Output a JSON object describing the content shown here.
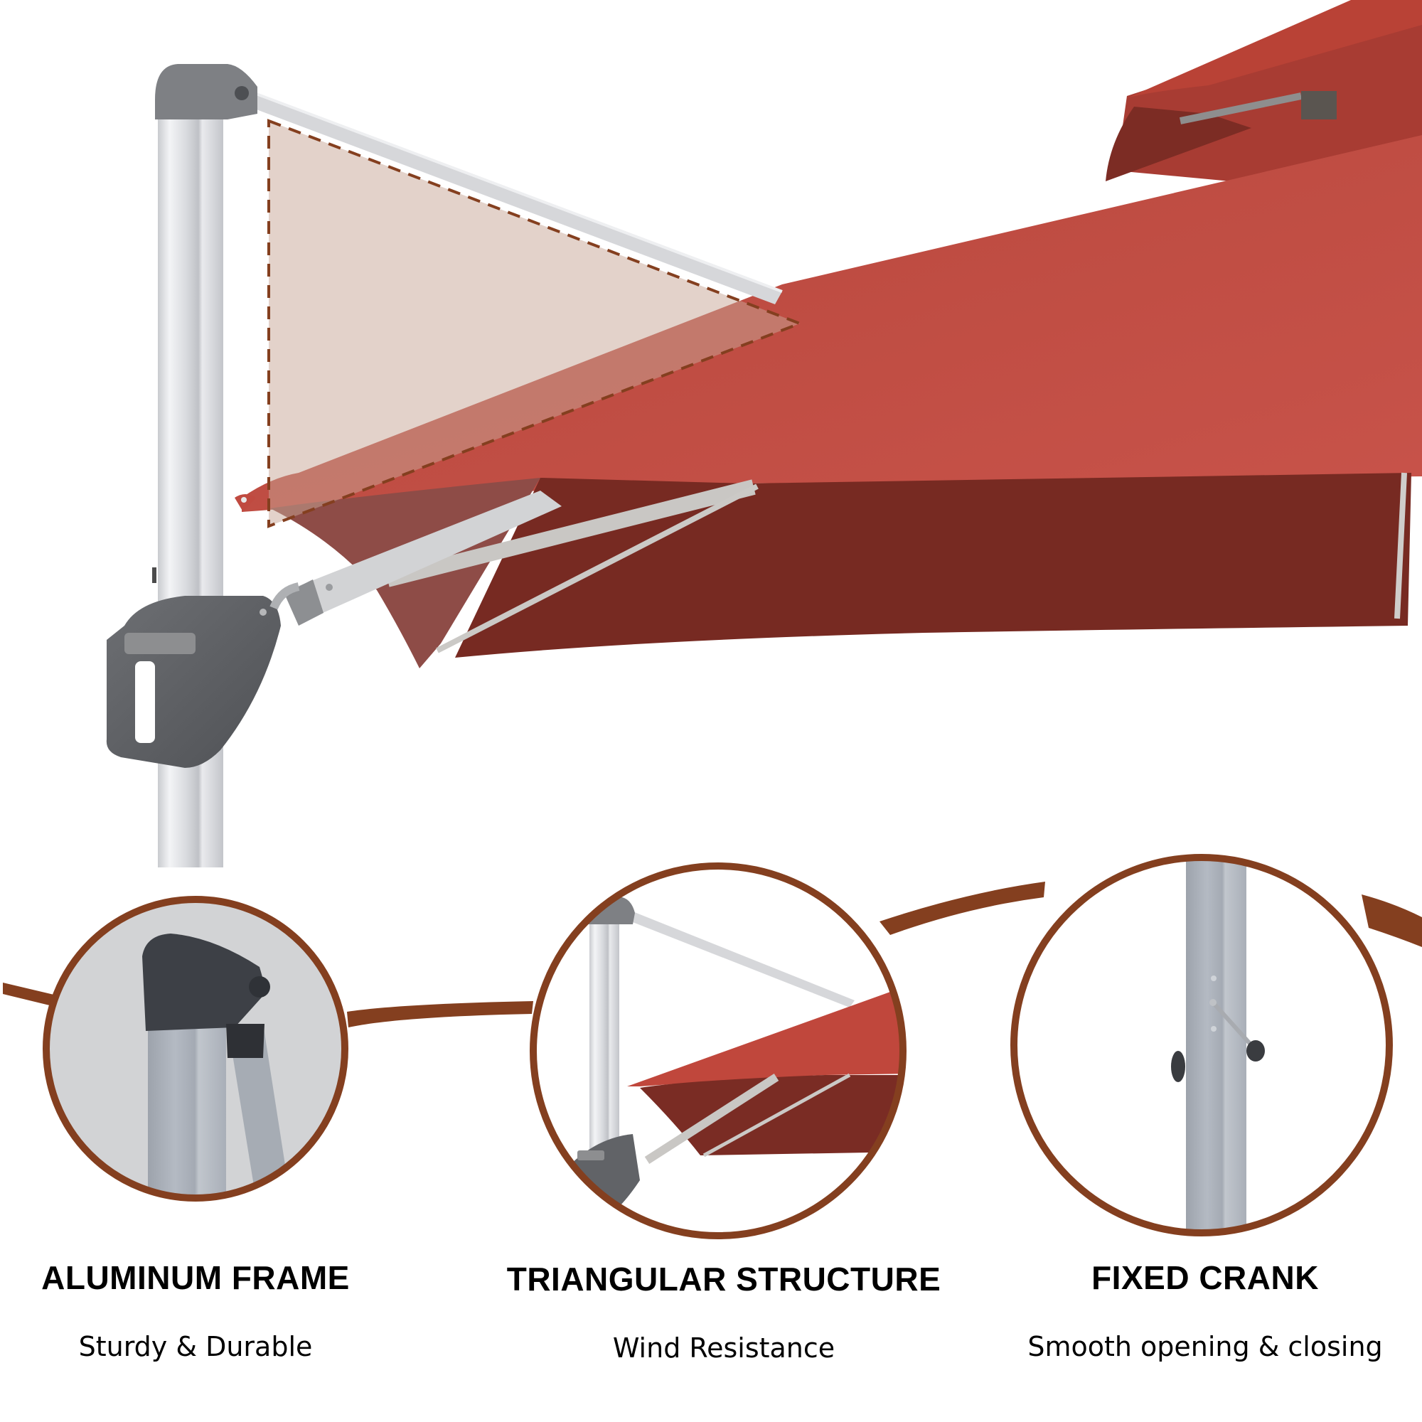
{
  "product": {
    "subject": "cantilever patio umbrella",
    "canopy_color": "#c0473c",
    "canopy_shadow_color": "#76291f",
    "frame_color": "#d4d6da",
    "hub_color": "#5a5c60",
    "accent_color": "#843f1f",
    "triangle_highlight_fill": "#e1d0c6"
  },
  "hero": {
    "callout": "triangular-frame-highlight",
    "callout_style": "dashed"
  },
  "features": [
    {
      "id": "aluminum-frame",
      "title": "ALUMINUM FRAME",
      "subtitle": "Sturdy & Durable",
      "detail_icon": "frame-joint-closeup"
    },
    {
      "id": "triangular-structure",
      "title": "TRIANGULAR STRUCTURE",
      "subtitle": "Wind Resistance",
      "detail_icon": "triangle-brace-closeup"
    },
    {
      "id": "fixed-crank",
      "title": "FIXED CRANK",
      "subtitle": "Smooth opening & closing",
      "detail_icon": "crank-handle-closeup"
    }
  ]
}
